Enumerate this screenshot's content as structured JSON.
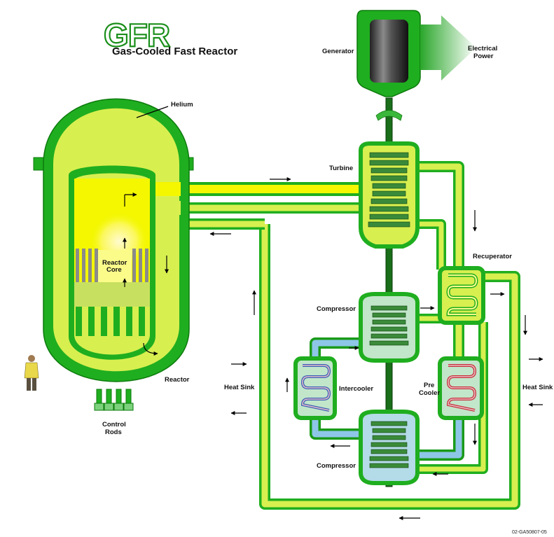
{
  "title": {
    "abbr": "GFR",
    "full": "Gas-Cooled Fast Reactor"
  },
  "labels": {
    "generator": "Generator",
    "power_1": "Electrical",
    "power_2": "Power",
    "helium": "Helium",
    "turbine": "Turbine",
    "recuperator": "Recuperator",
    "compressor_top": "Compressor",
    "compressor_bottom": "Compressor",
    "intercooler": "Intercooler",
    "precooler_1": "Pre",
    "precooler_2": "Cooler",
    "core_1": "Reactor",
    "core_2": "Core",
    "reactor": "Reactor",
    "heat_sink_left": "Heat Sink",
    "heat_sink_right": "Heat Sink",
    "control_1": "Control",
    "control_2": "Rods",
    "code": "02-GA50807-05"
  },
  "colors": {
    "dark_green": "#1fae1f",
    "mid_green": "#38c038",
    "yellow": "#f4f700",
    "yellow_green": "#d8ef50",
    "light_yellow": "#fbfb8a",
    "blue": "#8ec6e8",
    "light_blue": "#c6e4ee",
    "hot": "#c8303a",
    "cold": "#3b5fb8"
  }
}
